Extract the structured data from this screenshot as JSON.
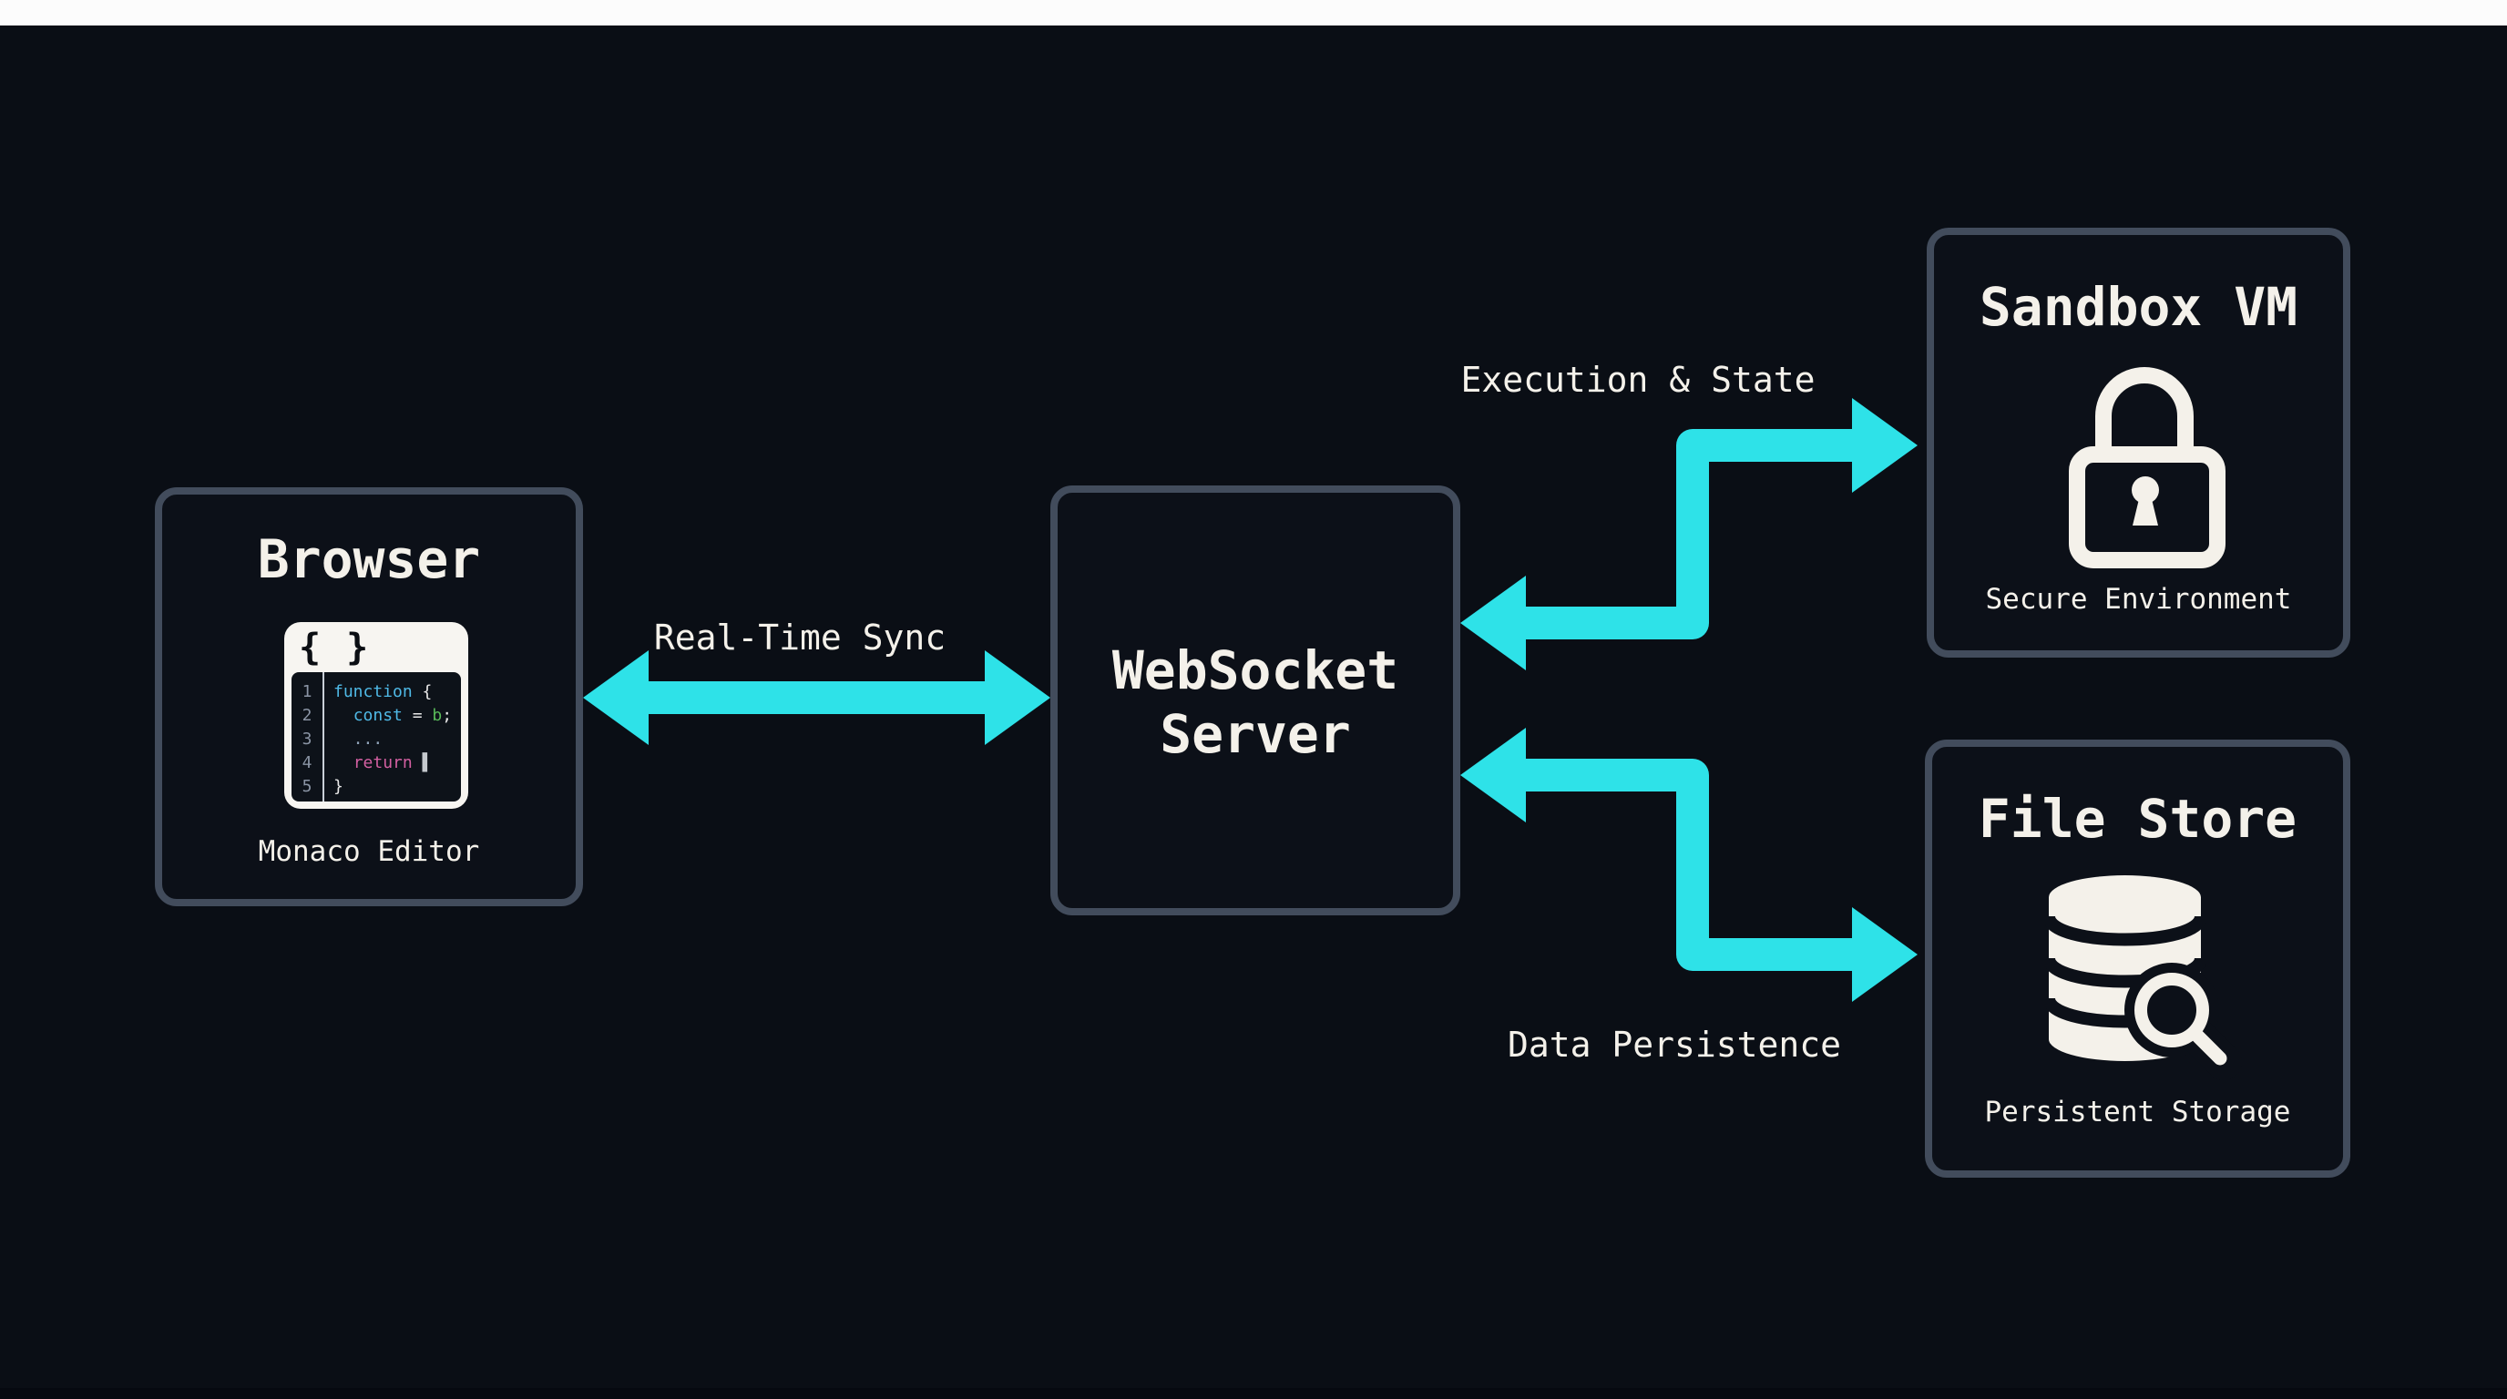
{
  "colors": {
    "background": "#0a0e15",
    "top_bar": "#fcfcfc",
    "box_border": "#424c5c",
    "box_background": "#0c1018",
    "text_primary": "#f4f1ea",
    "accent_cyan": "#2ee2e8"
  },
  "nodes": {
    "browser": {
      "title": "Browser",
      "sublabel": "Monaco Editor",
      "icon": "code-editor-icon"
    },
    "websocket_server": {
      "title_line1": "WebSocket",
      "title_line2": "Server"
    },
    "sandbox_vm": {
      "title": "Sandbox VM",
      "sublabel": "Secure Environment",
      "icon": "lock-icon"
    },
    "file_store": {
      "title": "File Store",
      "sublabel": "Persistent Storage",
      "icon": "database-search-icon"
    }
  },
  "edges": {
    "realtime_sync": {
      "label": "Real-Time Sync",
      "from": "browser",
      "to": "websocket_server",
      "direction": "bidirectional"
    },
    "execution_state": {
      "label": "Execution & State",
      "from": "websocket_server",
      "to": "sandbox_vm",
      "direction": "bidirectional"
    },
    "data_persistence": {
      "label": "Data Persistence",
      "from": "websocket_server",
      "to": "file_store",
      "direction": "bidirectional"
    }
  },
  "editor_icon": {
    "titlebar_text": "{ }",
    "line_numbers": [
      "1",
      "2",
      "3",
      "4",
      "5"
    ],
    "code_lines": [
      [
        {
          "t": "function",
          "c": "blue"
        },
        {
          "t": " {",
          "c": "white"
        }
      ],
      [
        {
          "t": "  ",
          "c": "white"
        },
        {
          "t": "const",
          "c": "blue"
        },
        {
          "t": " = ",
          "c": "white"
        },
        {
          "t": "b",
          "c": "green"
        },
        {
          "t": ";",
          "c": "white"
        }
      ],
      [
        {
          "t": "  ...",
          "c": "muted"
        }
      ],
      [
        {
          "t": "  ",
          "c": "white"
        },
        {
          "t": "return",
          "c": "pink"
        },
        {
          "t": " ",
          "c": "white"
        },
        {
          "t": "▌",
          "c": "cursor"
        }
      ],
      [
        {
          "t": "}",
          "c": "white"
        }
      ]
    ]
  }
}
